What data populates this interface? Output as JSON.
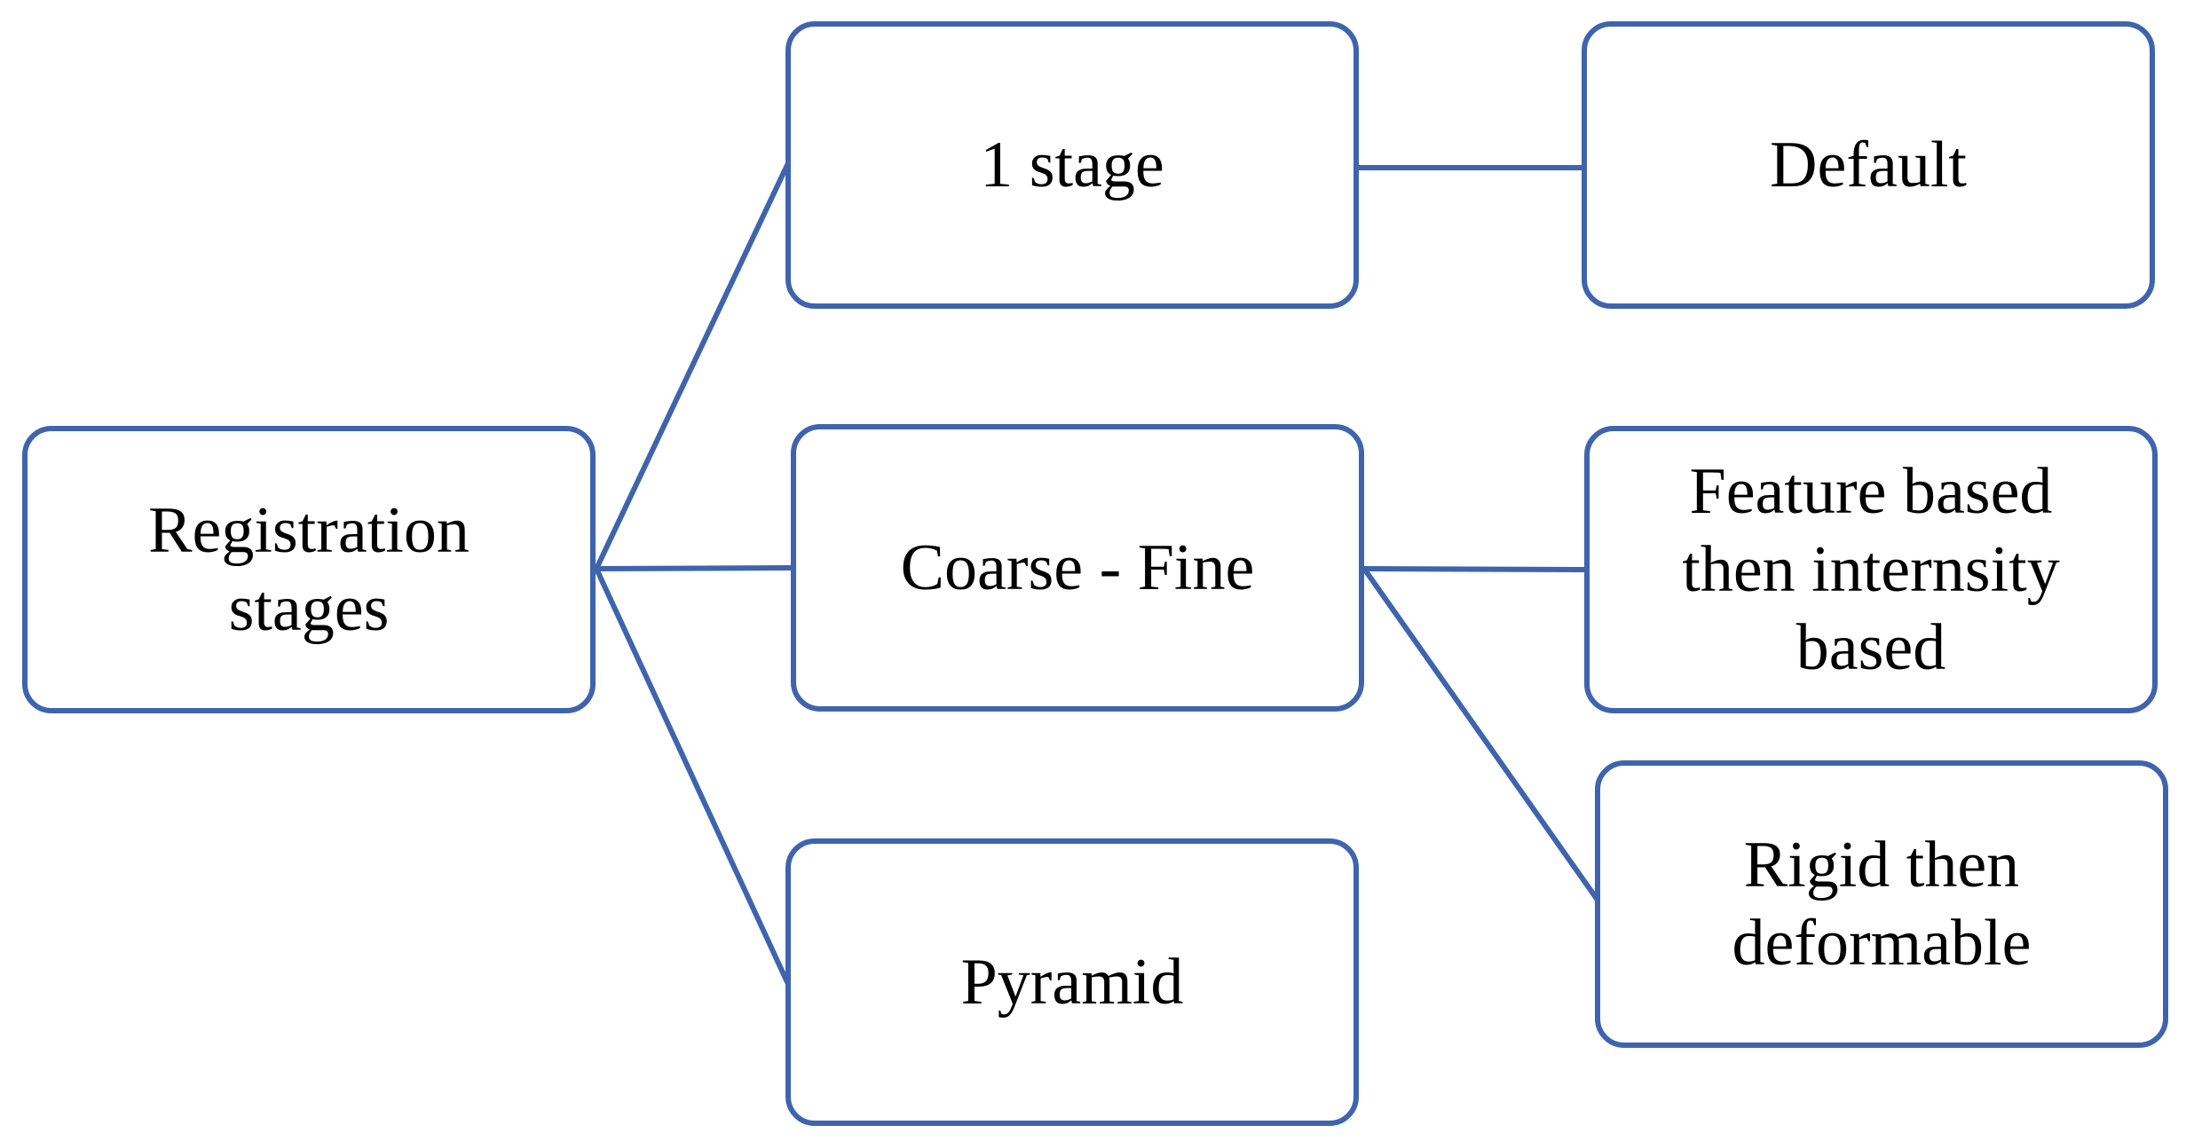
{
  "diagram": {
    "nodes": {
      "root": [
        "Registration",
        "stages"
      ],
      "one_stage": [
        "1 stage"
      ],
      "coarse_fine": [
        "Coarse - Fine"
      ],
      "pyramid": [
        "Pyramid"
      ],
      "default": [
        "Default"
      ],
      "feature_intensity": [
        "Feature based",
        "then internsity",
        "based"
      ],
      "rigid_deformable": [
        "Rigid then",
        "deformable"
      ]
    },
    "edges": [
      [
        "root",
        "one_stage"
      ],
      [
        "root",
        "coarse_fine"
      ],
      [
        "root",
        "pyramid"
      ],
      [
        "one_stage",
        "default"
      ],
      [
        "coarse_fine",
        "feature_intensity"
      ],
      [
        "coarse_fine",
        "rigid_deformable"
      ]
    ],
    "colors": {
      "stroke": "#3f64ad",
      "text": "#000000",
      "fill": "#ffffff"
    }
  }
}
